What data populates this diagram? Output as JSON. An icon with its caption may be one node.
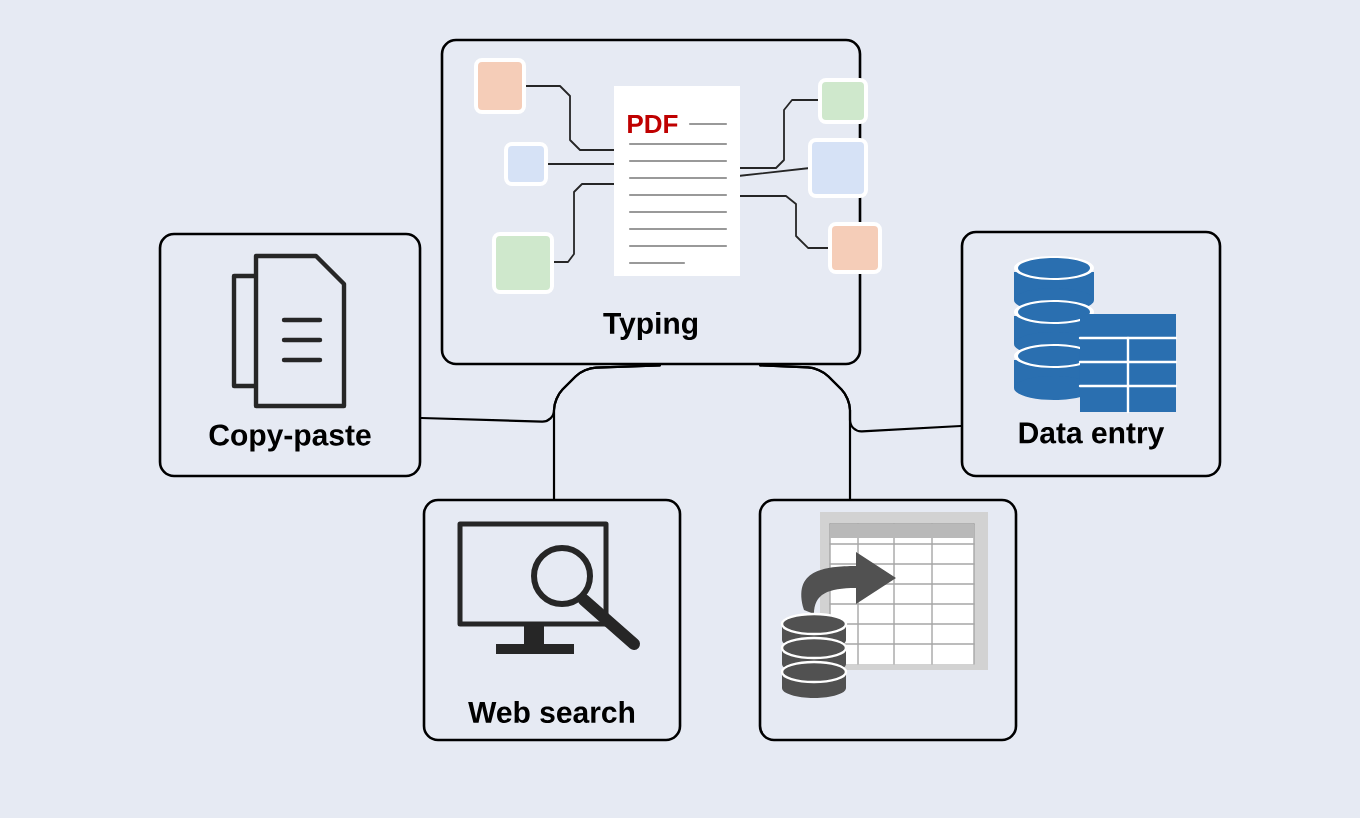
{
  "diagram": {
    "nodes": [
      {
        "text": [
          "Typing"
        ]
      },
      {
        "text": [
          "Copy-paste"
        ]
      },
      {
        "text": [
          "Data entry"
        ]
      },
      {
        "text": [
          "Web search"
        ]
      },
      {
        "text": [],
        "shape": "box"
      }
    ],
    "edges": [
      {
        "from": 0,
        "to": 1,
        "arrow": "none"
      },
      {
        "from": 0,
        "to": 2,
        "arrow": "none"
      },
      {
        "from": 0,
        "to": 3,
        "arrow": "none"
      },
      {
        "from": 0,
        "to": 4,
        "arrow": "none"
      }
    ],
    "labels": [
      "PDF"
    ]
  }
}
